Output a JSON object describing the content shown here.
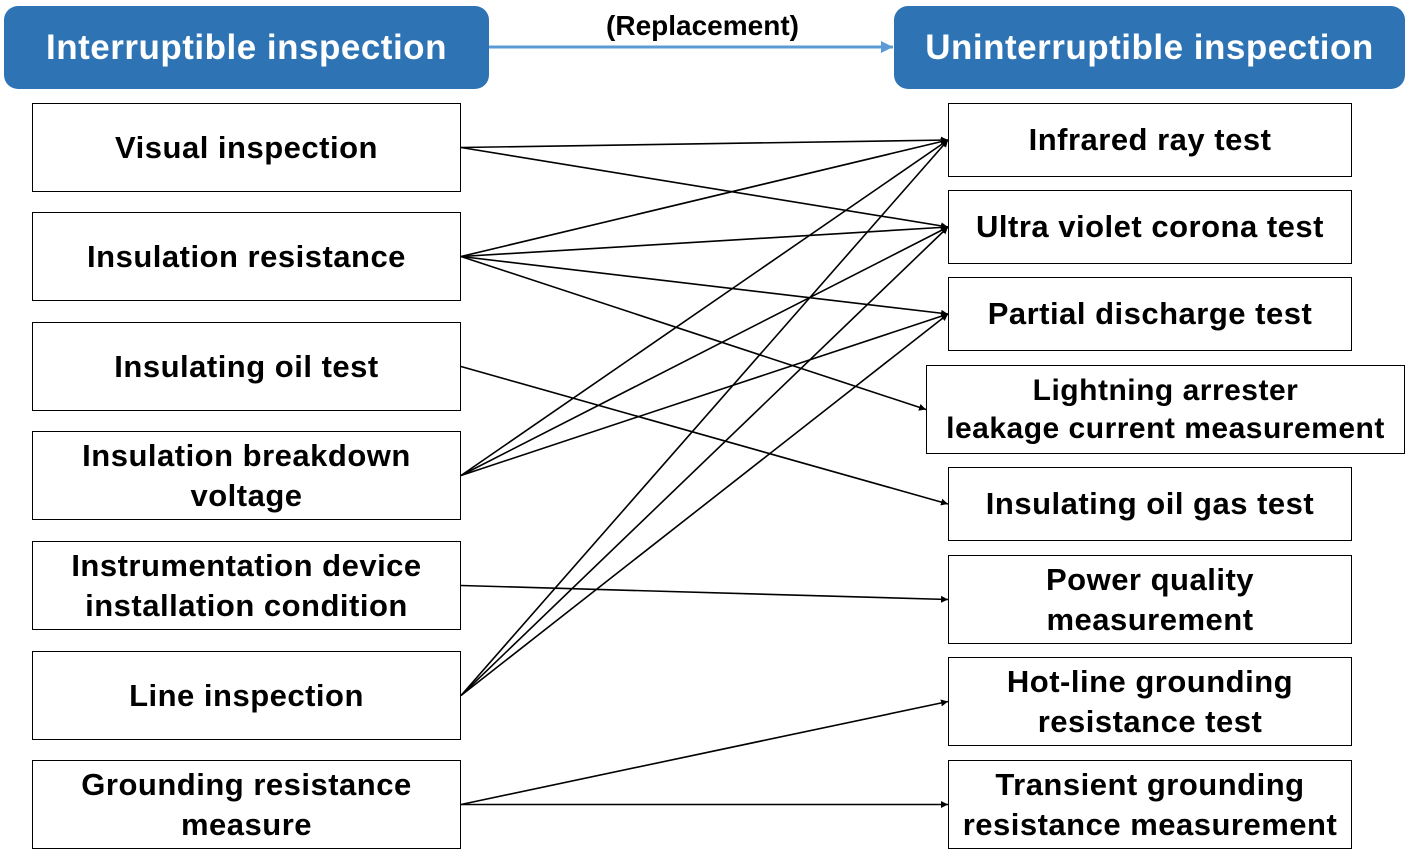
{
  "header": {
    "left_title": "Interruptible inspection",
    "right_title": "Uninterruptible inspection",
    "replacement_label": "(Replacement)"
  },
  "colors": {
    "header_fill": "#2e74b5",
    "header_arrow": "#5b9bd5",
    "connector": "#000000"
  },
  "left_items": [
    {
      "id": "visual",
      "label": "Visual inspection"
    },
    {
      "id": "insulation-resistance",
      "label": "Insulation resistance"
    },
    {
      "id": "insulating-oil",
      "label": "Insulating oil test"
    },
    {
      "id": "breakdown-voltage",
      "label": "Insulation breakdown\nvoltage"
    },
    {
      "id": "instrumentation",
      "label": "Instrumentation device\ninstallation condition"
    },
    {
      "id": "line-inspection",
      "label": "Line inspection"
    },
    {
      "id": "grounding-resistance",
      "label": "Grounding resistance\nmeasure"
    }
  ],
  "right_items": [
    {
      "id": "infrared",
      "label": "Infrared ray test"
    },
    {
      "id": "uv-corona",
      "label": "Ultra violet corona test"
    },
    {
      "id": "partial-discharge",
      "label": "Partial discharge test"
    },
    {
      "id": "lightning-arrester",
      "label": "Lightning arrester\nleakage current measurement"
    },
    {
      "id": "oil-gas",
      "label": "Insulating oil gas test"
    },
    {
      "id": "power-quality",
      "label": "Power quality\nmeasurement"
    },
    {
      "id": "hotline-grounding",
      "label": "Hot-line grounding\nresistance test"
    },
    {
      "id": "transient-grounding",
      "label": "Transient grounding\nresistance measurement"
    }
  ],
  "connections": [
    [
      "visual",
      "infrared"
    ],
    [
      "visual",
      "uv-corona"
    ],
    [
      "insulation-resistance",
      "infrared"
    ],
    [
      "insulation-resistance",
      "uv-corona"
    ],
    [
      "insulation-resistance",
      "partial-discharge"
    ],
    [
      "insulation-resistance",
      "lightning-arrester"
    ],
    [
      "insulating-oil",
      "oil-gas"
    ],
    [
      "breakdown-voltage",
      "infrared"
    ],
    [
      "breakdown-voltage",
      "uv-corona"
    ],
    [
      "breakdown-voltage",
      "partial-discharge"
    ],
    [
      "instrumentation",
      "power-quality"
    ],
    [
      "line-inspection",
      "infrared"
    ],
    [
      "line-inspection",
      "uv-corona"
    ],
    [
      "line-inspection",
      "partial-discharge"
    ],
    [
      "grounding-resistance",
      "hotline-grounding"
    ],
    [
      "grounding-resistance",
      "transient-grounding"
    ]
  ]
}
